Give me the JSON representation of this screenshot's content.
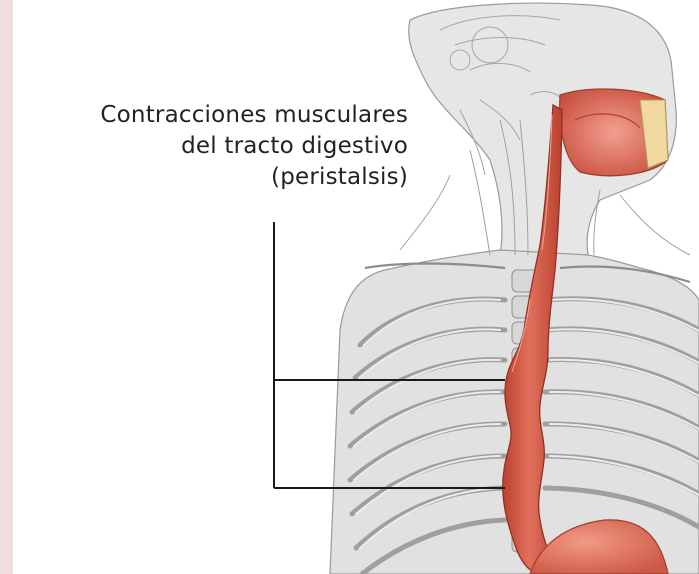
{
  "caption": {
    "line1": "Contracciones musculares",
    "line2": "del tracto digestivo",
    "line3": "(peristalsis)"
  },
  "colors": {
    "background": "#ffffff",
    "left_strip": "#f1dcdf",
    "anatomy_gray": "#cfcfcf",
    "anatomy_line": "#8d8d8d",
    "esophagus_red": "#d9614f",
    "esophagus_dark": "#b23f30",
    "leader_line": "#1a1a1a"
  },
  "icons": [
    "torso-anatomy-illustration",
    "esophagus-illustration",
    "stomach-illustration"
  ]
}
